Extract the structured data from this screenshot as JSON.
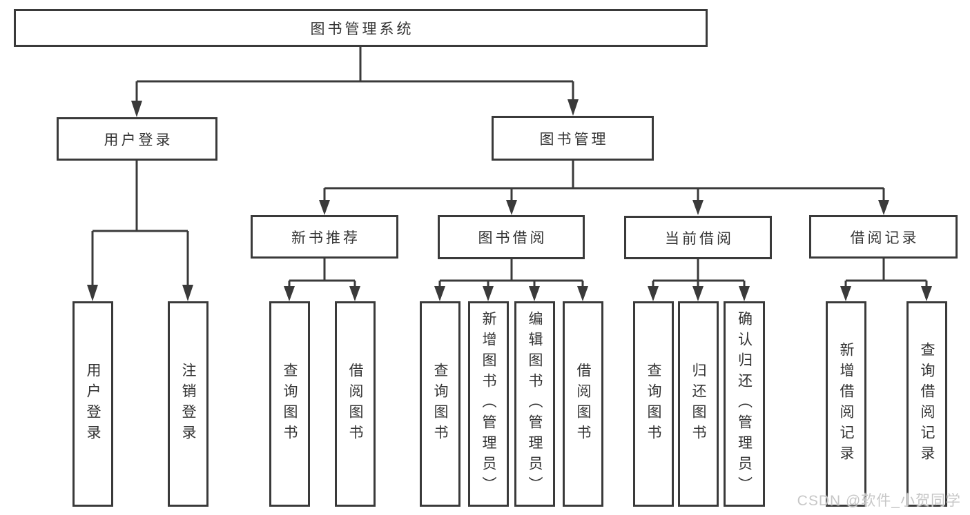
{
  "diagram": {
    "root": {
      "label": "图书管理系统"
    },
    "branches": [
      {
        "label": "用户登录",
        "children": [
          {
            "label": "用户登录"
          },
          {
            "label": "注销登录"
          }
        ]
      },
      {
        "label": "图书管理",
        "children": [
          {
            "label": "新书推荐",
            "children": [
              {
                "label": "查询图书"
              },
              {
                "label": "借阅图书"
              }
            ]
          },
          {
            "label": "图书借阅",
            "children": [
              {
                "label": "查询图书"
              },
              {
                "label": "新增图书（管理员）"
              },
              {
                "label": "编辑图书（管理员）"
              },
              {
                "label": "借阅图书"
              }
            ]
          },
          {
            "label": "当前借阅",
            "children": [
              {
                "label": "查询图书"
              },
              {
                "label": "归还图书"
              },
              {
                "label": "确认归还（管理员）"
              }
            ]
          },
          {
            "label": "借阅记录",
            "children": [
              {
                "label": "新增借阅记录"
              },
              {
                "label": "查询借阅记录"
              }
            ]
          }
        ]
      }
    ]
  },
  "watermark": {
    "text": "CSDN @软件_小贺同学"
  },
  "colors": {
    "line": "#3a3a3a",
    "text": "#333333",
    "watermark": "#c7c7c7",
    "background": "#ffffff"
  }
}
